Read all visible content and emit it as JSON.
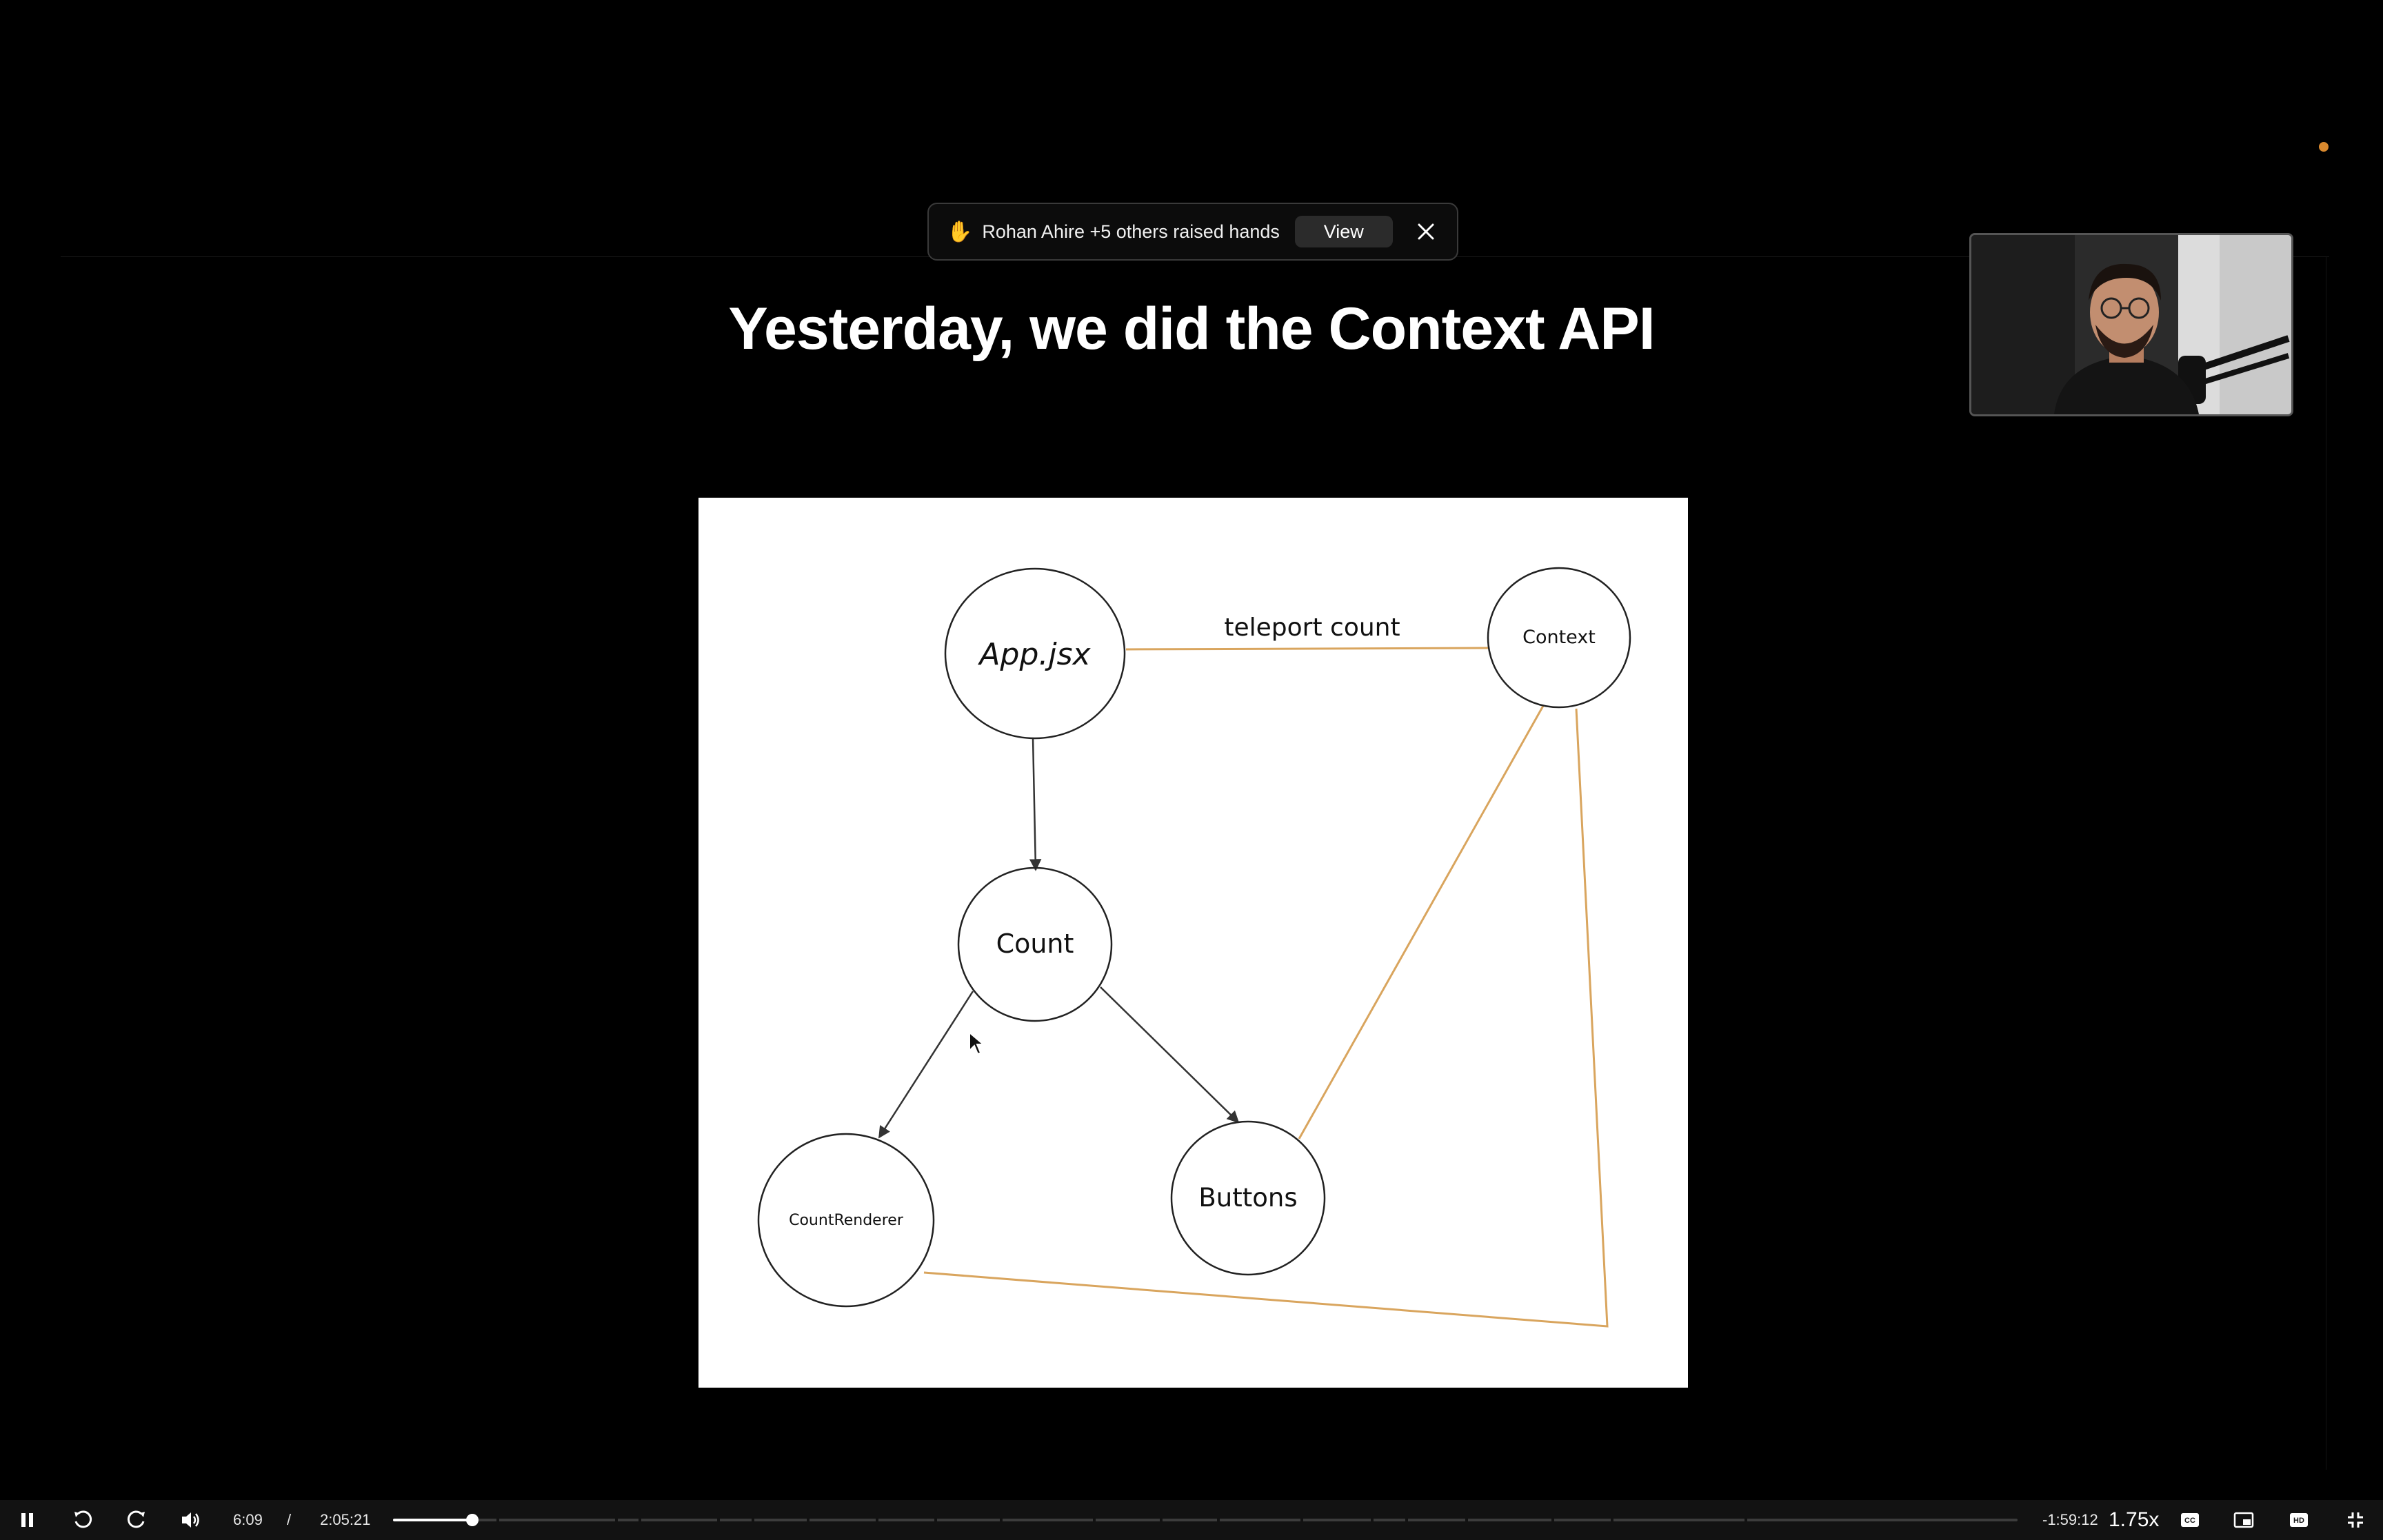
{
  "notification": {
    "hand_emoji": "✋",
    "message": "Rohan Ahire +5 others raised hands",
    "view_label": "View"
  },
  "slide": {
    "title": "Yesterday, we did the Context API"
  },
  "diagram": {
    "nodes": [
      {
        "id": "app",
        "label": "App.jsx"
      },
      {
        "id": "context",
        "label": "Context"
      },
      {
        "id": "count",
        "label": "Count"
      },
      {
        "id": "countrenderer",
        "label": "CountRenderer"
      },
      {
        "id": "buttons",
        "label": "Buttons"
      }
    ],
    "edge_label": "teleport count",
    "colors": {
      "tree_edge": "#333333",
      "context_edge": "#d9a55e",
      "node_stroke": "#222222"
    }
  },
  "player": {
    "current_time": "6:09",
    "separator": "/",
    "duration": "2:05:21",
    "remaining": "-1:59:12",
    "speed": "1.75x",
    "progress_fraction": 0.049,
    "icons": [
      "pause-icon",
      "rewind-icon",
      "forward-icon",
      "volume-icon",
      "captions-icon",
      "picture-in-picture-icon",
      "hd-icon",
      "exit-fullscreen-icon"
    ]
  },
  "accent_color": "#d9892e"
}
